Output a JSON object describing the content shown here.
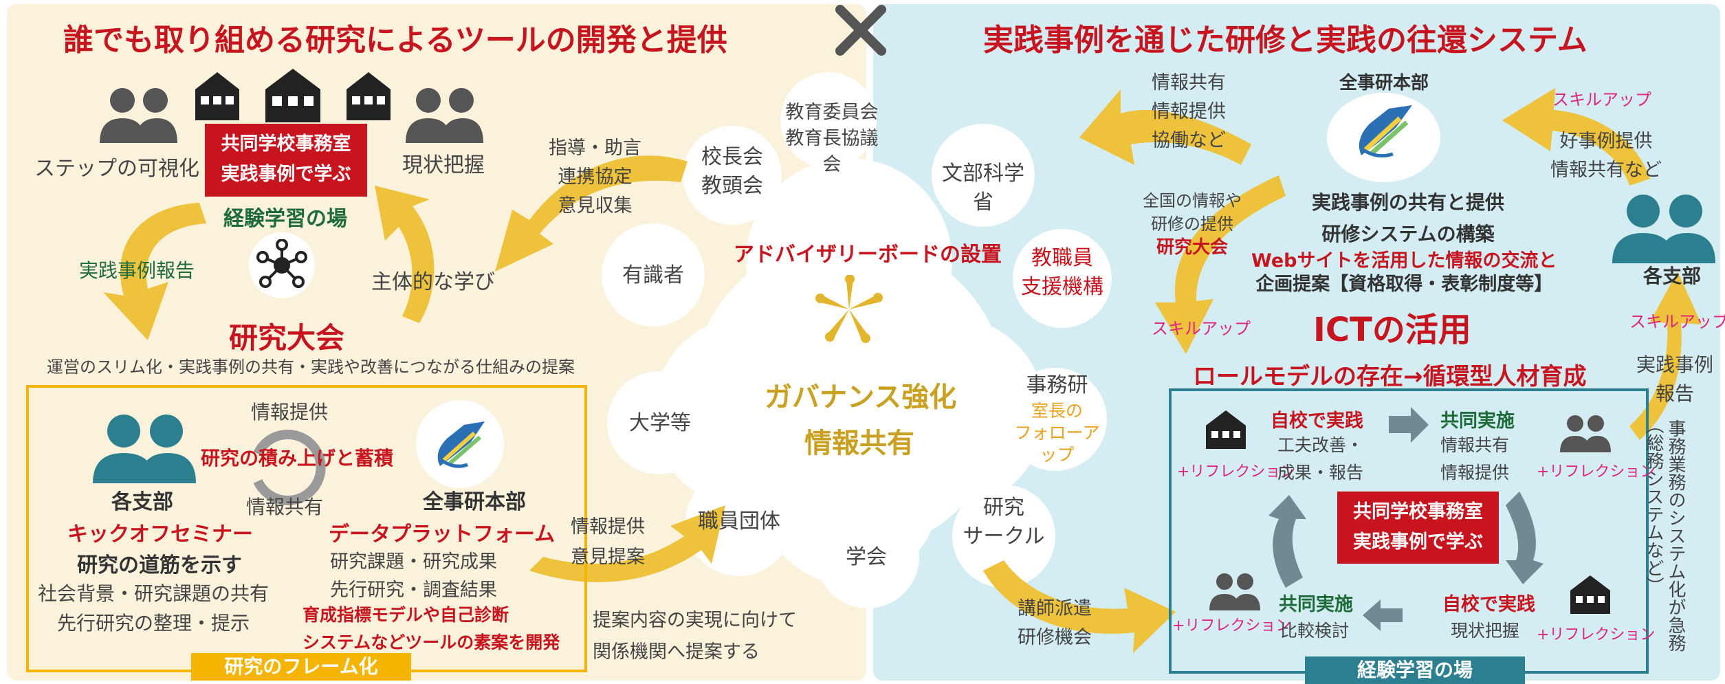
{
  "colors": {
    "red": "#c8141e",
    "yellow": "#f4b400",
    "teal": "#2c7f8f",
    "pink": "#e0237e",
    "gold": "#c9a020",
    "bg_left": "#fbf2dc",
    "bg_right": "#d3edf3"
  },
  "left": {
    "title": "誰でも取り組める研究によるツールの開発と提供",
    "step_label": "ステップの可視化",
    "status_label": "現状把握",
    "redbox_line1": "共同学校事務室",
    "redbox_line2": "実践事例で学ぶ",
    "experience_place": "経験学習の場",
    "practice_report": "実践事例報告",
    "proactive": "主体的な学び",
    "conference": "研究大会",
    "conference_desc": "運営のスリム化・実践事例の共有・実践や改善につながる仕組みの提案",
    "info_provide": "情報提供",
    "accumulation": "研究の積み上げと蓄積",
    "info_share": "情報共有",
    "branch": "各支部",
    "hq": "全事研本部",
    "kickoff": "キックオフセミナー",
    "research_path": "研究の道筋を示す",
    "kick1": "社会背景・研究課題の共有",
    "kick2": "先行研究の整理・提示",
    "data_platform": "データプラットフォーム",
    "dp1": "研究課題・研究成果",
    "dp2": "先行研究・調査結果",
    "dp3": "育成指標モデルや自己診断",
    "dp4": "システムなどツールの素案を開発",
    "frame_tab": "研究のフレーム化"
  },
  "center": {
    "cross": "✕",
    "guidance": [
      "指導・助言",
      "連携協定",
      "意見収集"
    ],
    "principals": [
      "校長会",
      "教頭会"
    ],
    "board": [
      "教育委員会",
      "教育長協議会"
    ],
    "mext": "文部科学省",
    "experts": "有識者",
    "advisory": "アドバイザリーボードの設置",
    "teacher_support": [
      "教職員",
      "支援機構"
    ],
    "governance": "ガバナンス強化",
    "info_share": "情報共有",
    "university": "大学等",
    "jimuken": "事務研",
    "follow_up": [
      "室長の",
      "フォローアップ"
    ],
    "staff_group": "職員団体",
    "info_provide2": [
      "情報提供",
      "意見提案"
    ],
    "society": "学会",
    "circle": [
      "研究",
      "サークル"
    ],
    "proposal": [
      "提案内容の実現に向けて",
      "関係機関へ提案する"
    ]
  },
  "right": {
    "title": "実践事例を通じた研修と実践の往還システム",
    "hq": "全事研本部",
    "top_left_text": [
      "情報共有",
      "情報提供",
      "協働など"
    ],
    "skillup": "スキルアップ",
    "good_practice": [
      "好事例提供",
      "情報共有など"
    ],
    "national": [
      "全国の情報や",
      "研修の提供"
    ],
    "conference": "研究大会",
    "share_title": [
      "実践事例の共有と提供",
      "研修システムの構築"
    ],
    "web": [
      "Webサイトを活用した情報の交流と",
      "企画提案【資格取得・表彰制度等】"
    ],
    "branches": "各支部",
    "ict": "ICTの活用",
    "role_model": "ロールモデルの存在→循環型人材育成",
    "practice_report": [
      "実践事例",
      "報告"
    ],
    "own_school1": "自校で実践",
    "own1_detail": [
      "工夫改善・",
      "成果・報告"
    ],
    "joint1": "共同実施",
    "joint1_detail": [
      "情報共有",
      "情報提供"
    ],
    "reflection": "+リフレクション",
    "redbox_line1": "共同学校事務室",
    "redbox_line2": "実践事例で学ぶ",
    "joint2": "共同実施",
    "joint2_detail": "比較検討",
    "own_school2": "自校で実践",
    "own2_detail": "現状把握",
    "lecturer": [
      "講師派遣",
      "研修機会"
    ],
    "experience_tab": "経験学習の場",
    "vertical": [
      "事務業務のシステム化が急務",
      "（総務システムなど）"
    ]
  }
}
